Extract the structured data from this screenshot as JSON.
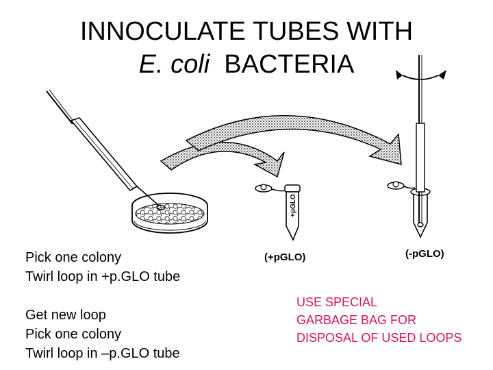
{
  "title": {
    "line1": "INNOCULATE TUBES WITH",
    "line2_italic": "E. coli",
    "line2_rest": "BACTERIA"
  },
  "tube_labels": {
    "plus": "(+pGLO)",
    "minus": "(-pGLO)",
    "plus_side_text": "+pGLO"
  },
  "steps_first": [
    "Pick one colony",
    "Twirl loop in  +p.GLO tube"
  ],
  "steps_second": [
    "Get new loop",
    "Pick one colony",
    "Twirl loop in –p.GLO tube"
  ],
  "warning": [
    "USE SPECIAL",
    "GARBAGE BAG FOR",
    "DISPOSAL OF USED LOOPS"
  ],
  "colors": {
    "warning_text": "#d4145a",
    "ink": "#000000"
  },
  "icons": [
    "inoculation-loop-icon",
    "petri-dish-icon",
    "curved-arrow-icon",
    "microcentrifuge-tube-icon",
    "twirl-arrow-icon"
  ]
}
